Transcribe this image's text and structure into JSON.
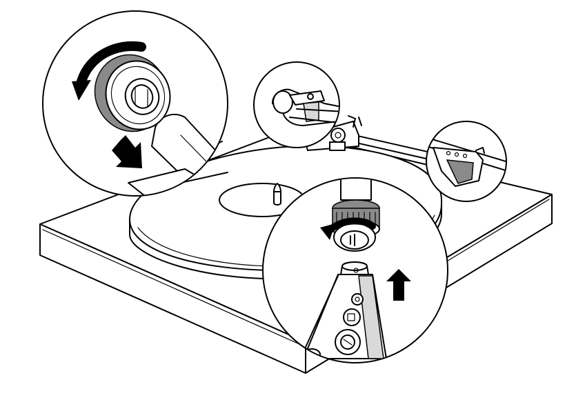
{
  "illustration": {
    "subject": "turntable",
    "callouts": [
      {
        "id": "cartridge-ring-loosen",
        "arrow": "curved-counterclockwise",
        "direction_arrow": "down"
      },
      {
        "id": "tonearm-headshell-close-up"
      },
      {
        "id": "headshell-cartridge-close-up"
      },
      {
        "id": "headshell-attach",
        "arrow": "curved-counterclockwise",
        "direction_arrow": "up"
      }
    ],
    "colors": {
      "line": "#000000",
      "background": "#ffffff",
      "shade": "#8a8a8a"
    }
  }
}
